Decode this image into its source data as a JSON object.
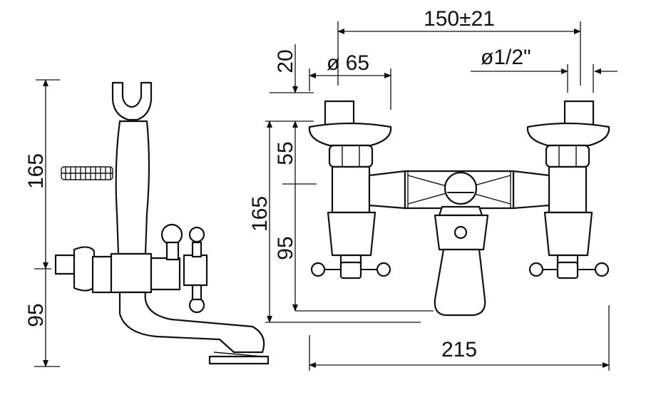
{
  "dimensions": {
    "side_total_height": "165",
    "side_lower_height": "95",
    "top_spread": "150±21",
    "top_offset": "20",
    "diameter_flange": "ø 65",
    "diameter_thread": "ø1/2\"",
    "front_height_inlet": "55",
    "front_total_height": "165",
    "front_spout_height": "95",
    "overall_width": "215"
  },
  "colors": {
    "line": "#111111",
    "background": "#ffffff"
  }
}
